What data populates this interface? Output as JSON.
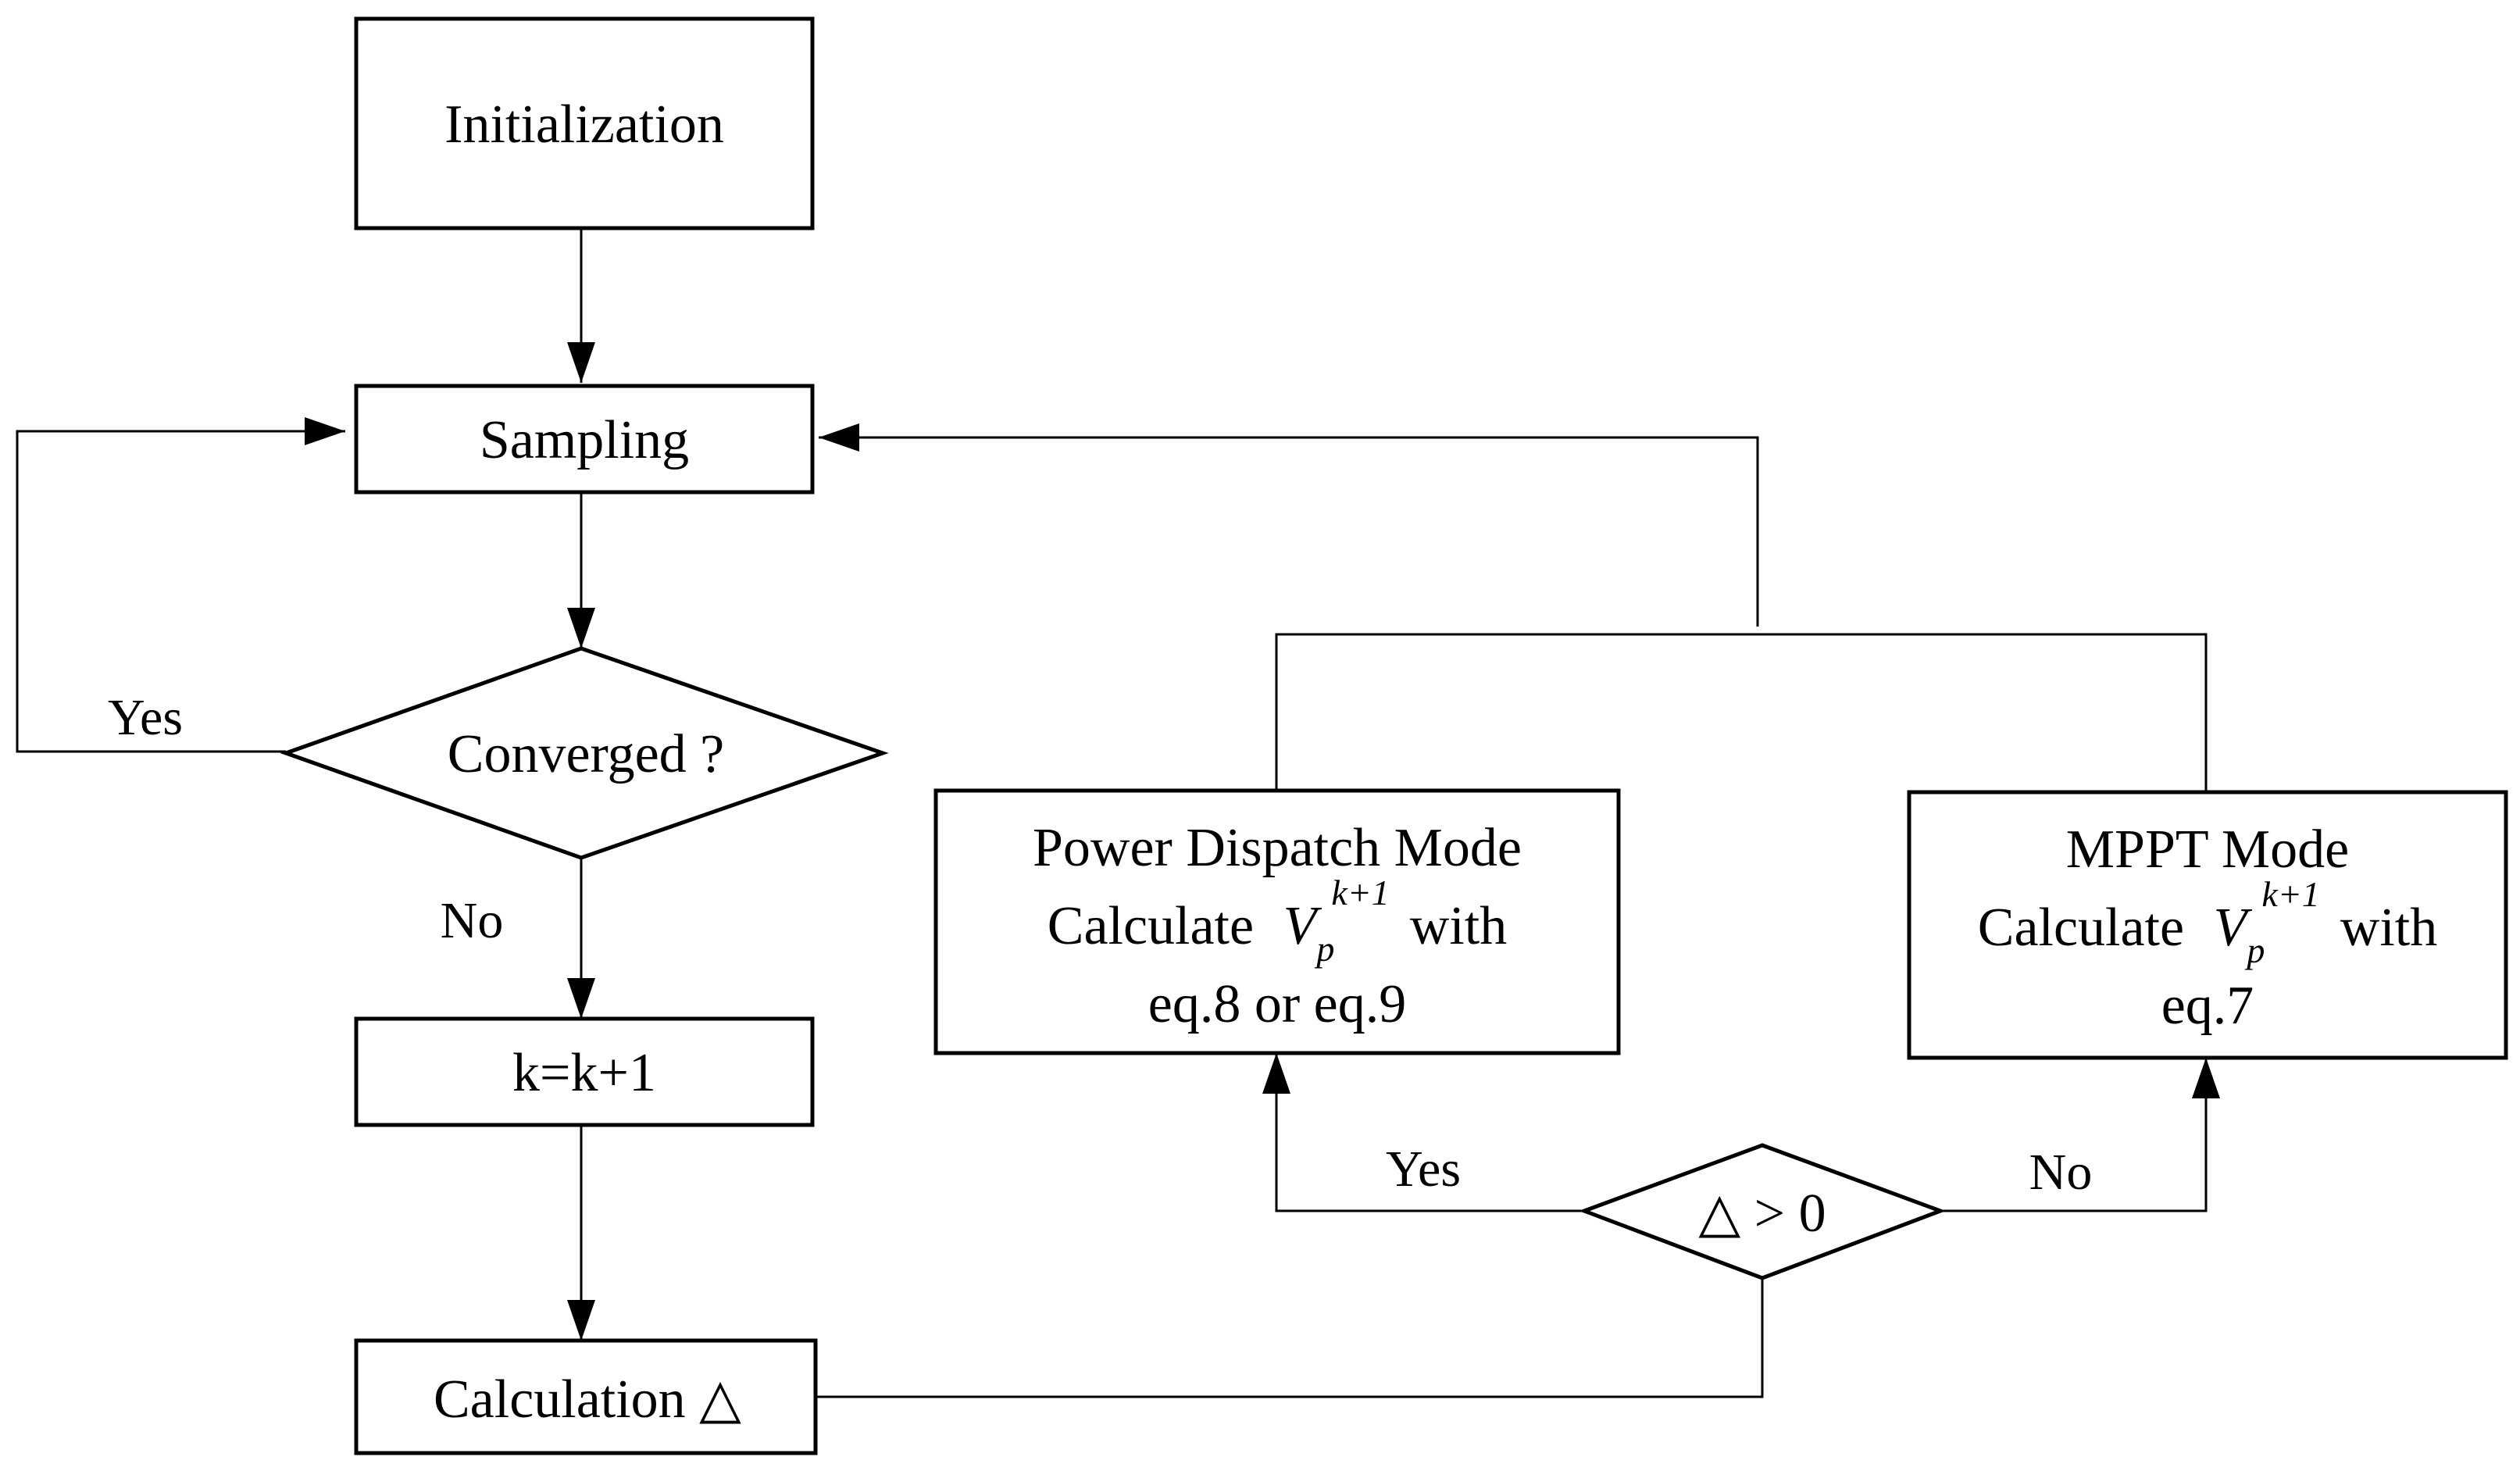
{
  "nodes": {
    "initialization": "Initialization",
    "sampling": "Sampling",
    "converged": "Converged ?",
    "increment": "k=k+1",
    "calculation": "Calculation △",
    "delta_test": "△ > 0",
    "power_dispatch": {
      "title": "Power Dispatch Mode",
      "calc_prefix": "Calculate",
      "var": "V",
      "var_sub": "p",
      "var_sup": "k+1",
      "calc_suffix": "with",
      "eq": "eq.8 or eq.9"
    },
    "mppt": {
      "title": "MPPT Mode",
      "calc_prefix": "Calculate",
      "var": "V",
      "var_sub": "p",
      "var_sup": "k+1",
      "calc_suffix": "with",
      "eq": "eq.7"
    }
  },
  "edge_labels": {
    "converged_yes": "Yes",
    "converged_no": "No",
    "delta_yes": "Yes",
    "delta_no": "No"
  }
}
